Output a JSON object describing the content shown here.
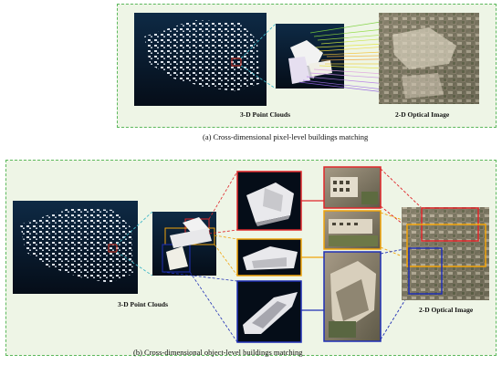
{
  "panel_a": {
    "label_point_clouds": "3-D Point Clouds",
    "label_optical": "2-D Optical Image",
    "caption": "(a) Cross-dimensional pixel-level buildings matching"
  },
  "panel_b": {
    "label_point_clouds": "3-D Point Clouds",
    "label_optical": "2-D Optical Image",
    "caption": "(b) Cross-dimensional object-level buildings matching"
  },
  "colors": {
    "panel_border": "#5cb85c",
    "panel_fill": "#eef5e6",
    "link_cyan": "#3fb7c8",
    "match_red": "#e0262a",
    "match_orange": "#f0a30a",
    "match_blue": "#1f2fb5",
    "point_cloud_bg": "#0b1e33"
  }
}
